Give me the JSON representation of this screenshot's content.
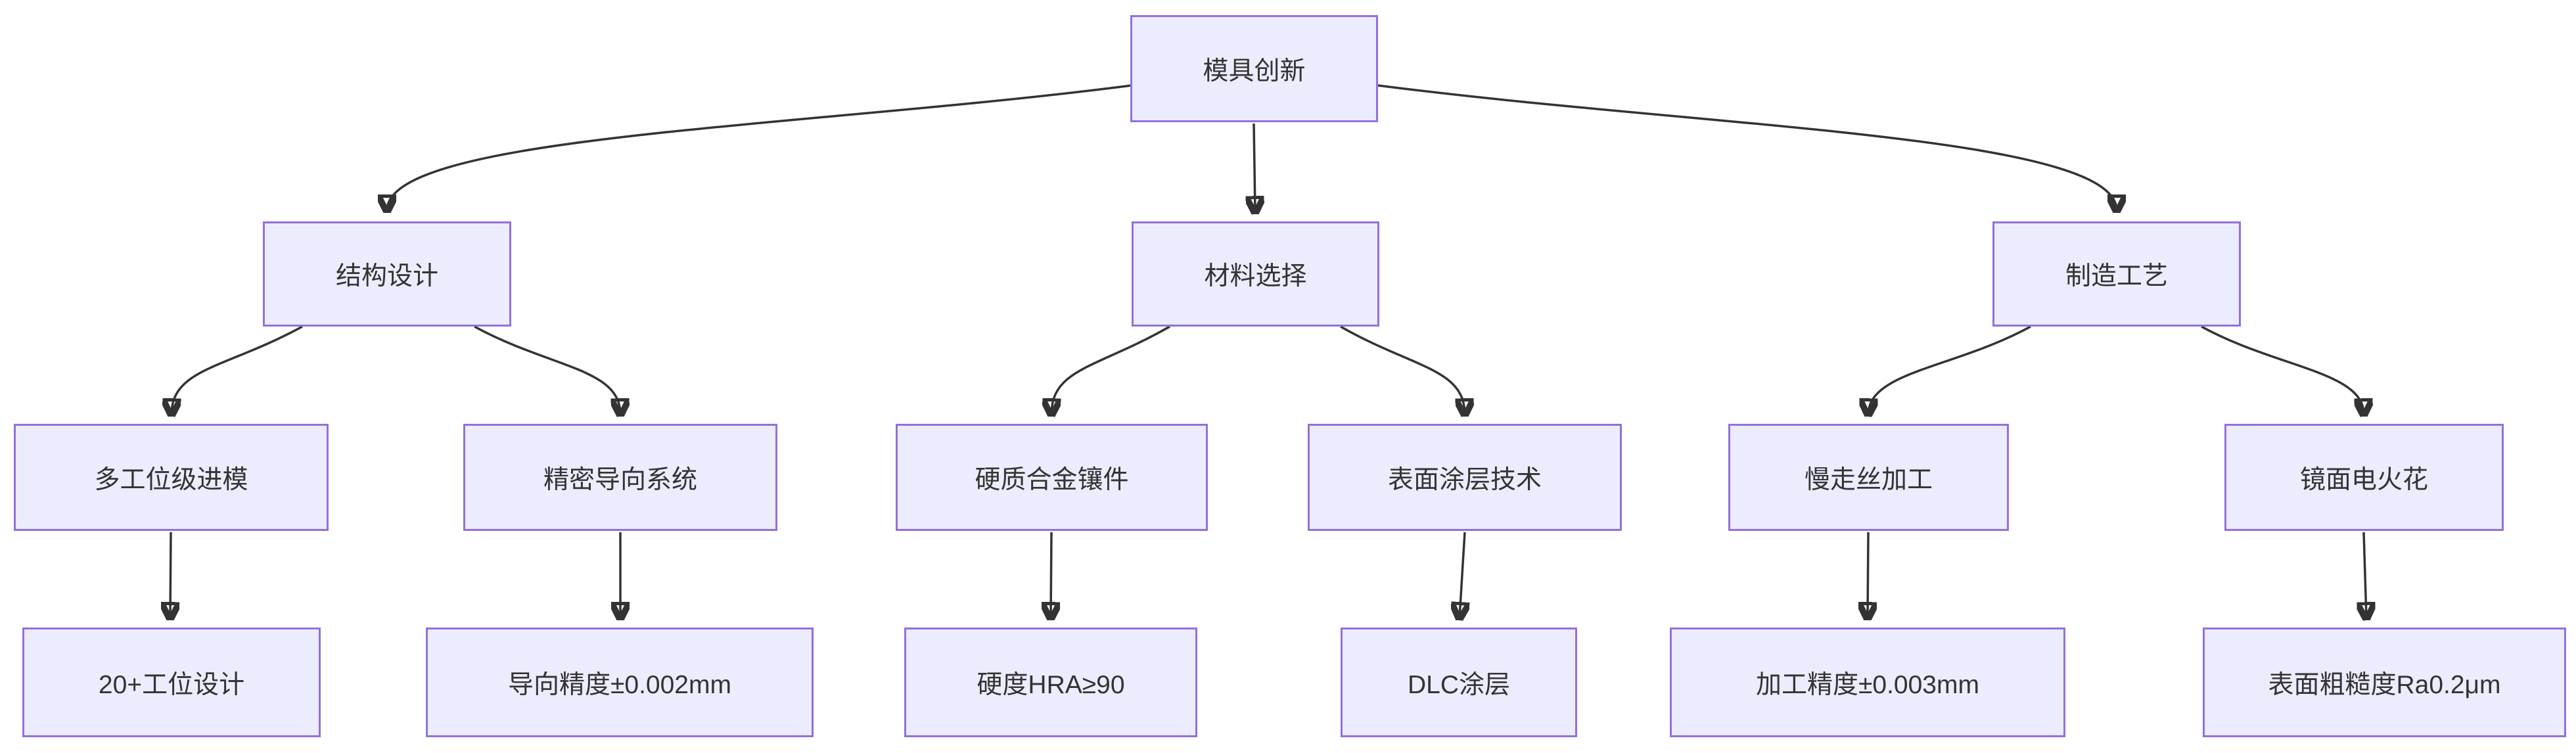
{
  "diagram": {
    "type": "flowchart",
    "direction": "top-down",
    "colors": {
      "node_fill": "#ECECFF",
      "node_border": "#9370DB",
      "edge": "#333333",
      "text": "#333333",
      "background": "#FFFFFF"
    },
    "nodes": {
      "root": {
        "label": "模具创新"
      },
      "jiegou": {
        "label": "结构设计"
      },
      "cailiao": {
        "label": "材料选择"
      },
      "zhizao": {
        "label": "制造工艺"
      },
      "duogongwei": {
        "label": "多工位级进模"
      },
      "jingmi": {
        "label": "精密导向系统"
      },
      "yingzhi": {
        "label": "硬质合金镶件"
      },
      "biaomian": {
        "label": "表面涂层技术"
      },
      "manzousi": {
        "label": "慢走丝加工"
      },
      "jingmian": {
        "label": "镜面电火花"
      },
      "gongwei20": {
        "label": "20+工位设计"
      },
      "daoxiang": {
        "label": "导向精度±0.002mm"
      },
      "yingdu": {
        "label": "硬度HRA≥90"
      },
      "dlc": {
        "label": "DLC涂层"
      },
      "jiagong": {
        "label": "加工精度±0.003mm"
      },
      "cucaodu": {
        "label": "表面粗糙度Ra0.2μm"
      }
    },
    "edges": [
      {
        "from": "模具创新",
        "to": "结构设计"
      },
      {
        "from": "模具创新",
        "to": "材料选择"
      },
      {
        "from": "模具创新",
        "to": "制造工艺"
      },
      {
        "from": "结构设计",
        "to": "多工位级进模"
      },
      {
        "from": "结构设计",
        "to": "精密导向系统"
      },
      {
        "from": "材料选择",
        "to": "硬质合金镶件"
      },
      {
        "from": "材料选择",
        "to": "表面涂层技术"
      },
      {
        "from": "制造工艺",
        "to": "慢走丝加工"
      },
      {
        "from": "制造工艺",
        "to": "镜面电火花"
      },
      {
        "from": "多工位级进模",
        "to": "20+工位设计"
      },
      {
        "from": "精密导向系统",
        "to": "导向精度±0.002mm"
      },
      {
        "from": "硬质合金镶件",
        "to": "硬度HRA≥90"
      },
      {
        "from": "表面涂层技术",
        "to": "DLC涂层"
      },
      {
        "from": "慢走丝加工",
        "to": "加工精度±0.003mm"
      },
      {
        "from": "镜面电火花",
        "to": "表面粗糙度Ra0.2μm"
      }
    ]
  }
}
